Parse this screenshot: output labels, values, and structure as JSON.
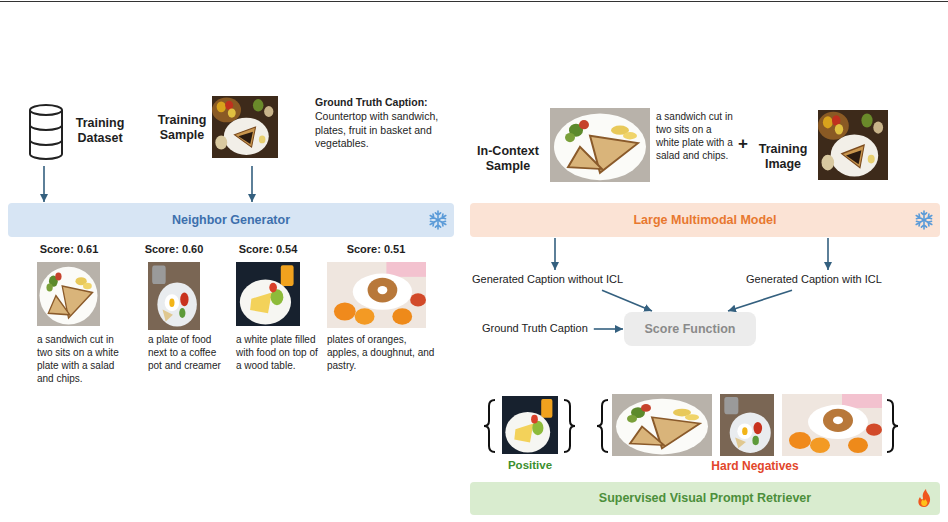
{
  "diagram": {
    "nodes": [
      {
        "text": [
          "Training Dataset"
        ]
      },
      {
        "text": [
          "Training Sample"
        ]
      },
      {
        "text": [
          "Neighbor Generator"
        ]
      },
      {
        "text": [
          "In-Context Sample"
        ]
      },
      {
        "text": [
          "Training Image"
        ]
      },
      {
        "text": [
          "Large Multimodal Model"
        ]
      },
      {
        "text": [
          "Generated Caption without ICL"
        ]
      },
      {
        "text": [
          "Generated Caption with ICL"
        ]
      },
      {
        "text": [
          "Ground Truth Caption"
        ]
      },
      {
        "text": [
          "Score Function"
        ]
      },
      {
        "text": [
          "Supervised Visual Prompt Retriever"
        ]
      }
    ],
    "edges": [
      {
        "from": 0,
        "to": 2,
        "arrow": "to"
      },
      {
        "from": 1,
        "to": 2,
        "arrow": "to"
      },
      {
        "from": 5,
        "to": 6,
        "arrow": "to"
      },
      {
        "from": 5,
        "to": 7,
        "arrow": "to"
      },
      {
        "from": 6,
        "to": 9,
        "arrow": "to"
      },
      {
        "from": 7,
        "to": 9,
        "arrow": "to"
      },
      {
        "from": 8,
        "to": 9,
        "arrow": "to"
      }
    ],
    "labels": [
      "Ground Truth Caption:",
      "Countertop with sandwich, plates, fruit in basket and vegetables.",
      "Score: 0.61",
      "Score: 0.60",
      "Score: 0.54",
      "Score: 0.51",
      "a sandwich cut in two sits on a white plate with a salad and chips.",
      "a plate of food next to a coffee pot and creamer",
      "a white plate filled with food on top of a wood table.",
      "plates of oranges, apples, a doughnut, and pastry.",
      "a sandwich cut in two sits on a white plate with a salad and chips.",
      "+",
      "Positive",
      "Hard Negatives"
    ]
  }
}
